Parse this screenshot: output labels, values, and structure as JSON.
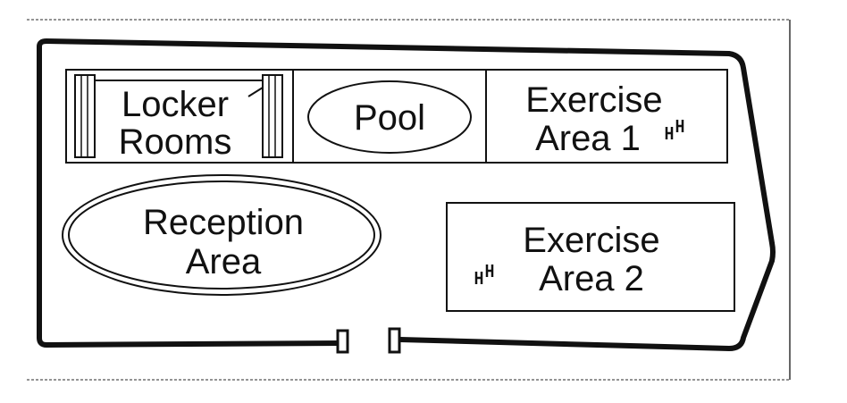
{
  "floor_plan": {
    "locker_rooms": {
      "line1": "Locker",
      "line2": "Rooms"
    },
    "pool": {
      "label": "Pool"
    },
    "exercise_area_1": {
      "line1": "Exercise",
      "line2": "Area 1"
    },
    "reception_area": {
      "line1": "Reception",
      "line2": "Area"
    },
    "exercise_area_2": {
      "line1": "Exercise",
      "line2": "Area 2"
    }
  },
  "icons": [
    "dumbbell-icon",
    "dumbbell-icon"
  ],
  "colors": {
    "ink": "#111111",
    "page_border": "#555555",
    "background": "#ffffff"
  }
}
